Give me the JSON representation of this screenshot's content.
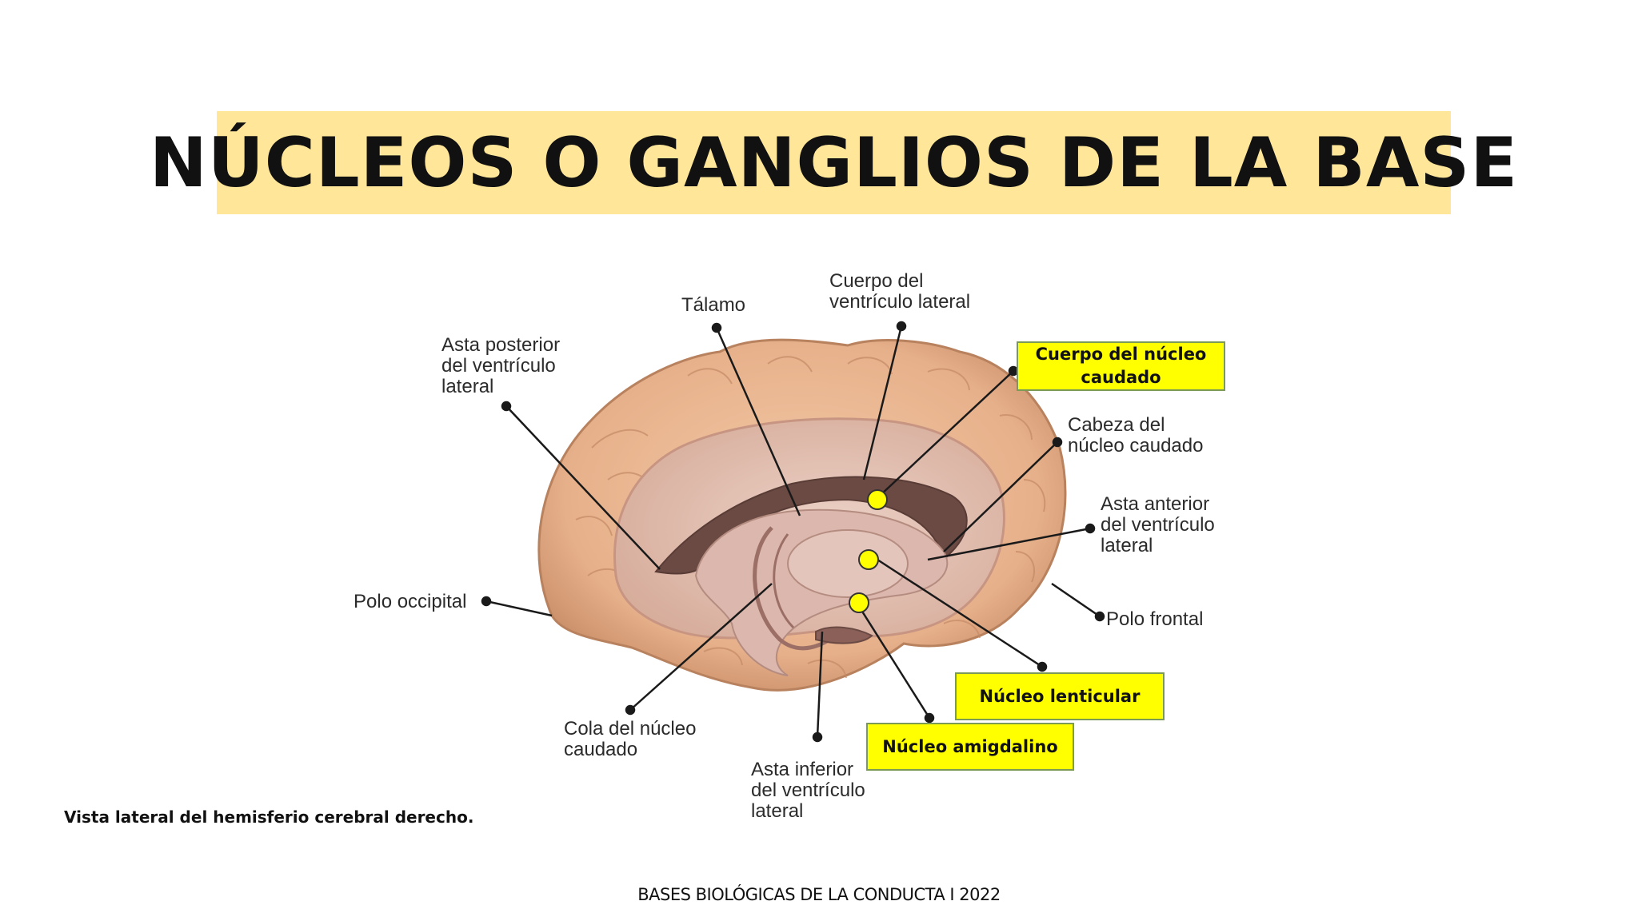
{
  "slide": {
    "title": "NÚCLEOS O GANGLIOS DE LA BASE",
    "caption": "Vista lateral del hemisferio cerebral derecho.",
    "footer": "BASES BIOLÓGICAS DE LA CONDUCTA I 2022"
  },
  "labels": {
    "talamo": "Tálamo",
    "cuerpo_ventriculo": [
      "Cuerpo del",
      "ventrículo lateral"
    ],
    "asta_posterior": [
      "Asta posterior",
      "del ventrículo",
      "lateral"
    ],
    "cabeza_caudado": [
      "Cabeza del",
      "núcleo caudado"
    ],
    "asta_anterior": [
      "Asta anterior",
      "del ventrículo",
      "lateral"
    ],
    "polo_occipital": "Polo occipital",
    "polo_frontal": "Polo frontal",
    "cola_caudado": [
      "Cola del núcleo",
      "caudado"
    ],
    "asta_inferior": [
      "Asta inferior",
      "del ventrículo",
      "lateral"
    ]
  },
  "highlights": {
    "cuerpo_caudado": [
      "Cuerpo del núcleo",
      "caudado"
    ],
    "lenticular": "Núcleo lenticular",
    "amigdalino": "Núcleo amigdalino"
  },
  "colors": {
    "title_band": "#ffe699",
    "highlight_fill": "#ffff00",
    "highlight_border": "#7a9a55",
    "brain_outer": "#e8b894",
    "brain_inner": "#e2c0b2"
  }
}
